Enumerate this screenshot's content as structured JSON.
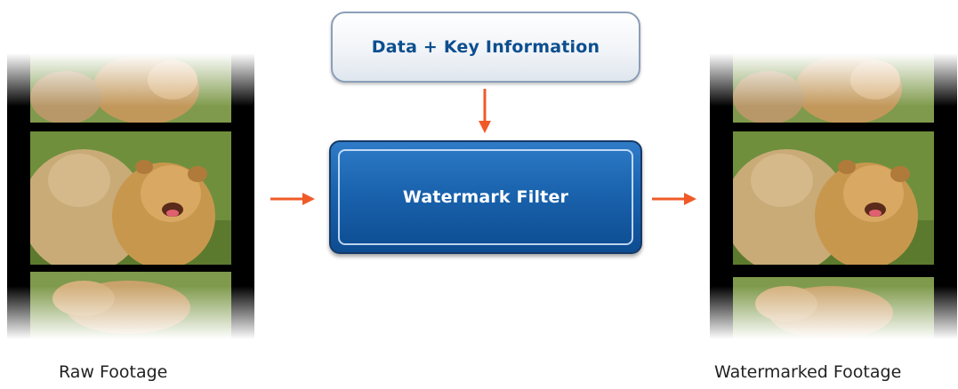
{
  "diagram": {
    "input_label": "Raw Footage",
    "output_label": "Watermarked Footage",
    "key_box_label": "Data + Key Information",
    "filter_box_label": "Watermark Filter"
  },
  "colors": {
    "arrow": "#f05a28",
    "filter_fill": "#1a63ae",
    "key_text": "#0d4f8f"
  }
}
